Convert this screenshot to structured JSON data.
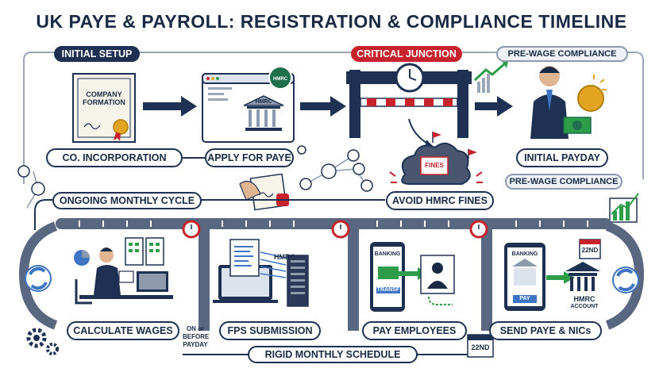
{
  "title": "UK PAYE & PAYROLL: REGISTRATION & COMPLIANCE TIMELINE",
  "top_sections": {
    "initial_setup": "INITIAL SETUP",
    "critical_junction": "CRITICAL JUNCTION",
    "pre_wage_top": "PRE-WAGE COMPLIANCE",
    "pre_wage_bottom": "PRE-WAGE COMPLIANCE"
  },
  "setup_steps": {
    "incorporation": "CO. INCORPORATION",
    "apply_paye": "APPLY FOR PAYE",
    "initial_payday": "INITIAL PAYDAY",
    "avoid_fines": "AVOID HMRC FINES"
  },
  "cert_text": [
    "COMPANY",
    "FORMATION"
  ],
  "hmrc_badge": "HMRC",
  "hmrc_screen": "HMRC",
  "fines_label": "FINES",
  "ongoing_cycle": "ONGOING MONTHLY CYCLE",
  "monthly_steps": {
    "calculate": "CALCULATE WAGES",
    "fps": "FPS SUBMISSION",
    "pay": "PAY EMPLOYEES",
    "send": "SEND PAYE & NICs"
  },
  "on_or_before": [
    "ON or",
    "BEFORE",
    "PAYDAY"
  ],
  "rigid_schedule": "RIGID MONTHLY SCHEDULE",
  "fps_hmrc": "HMRC",
  "banking_1": "BANKING",
  "transf": "TRANSF",
  "banking_2": "BANKING",
  "pay_label": "PAY",
  "hmrc_account": [
    "HMRC",
    "ACCOUNT"
  ],
  "calendar_day": "22ND",
  "calendar_day_bottom": "22ND",
  "colors": {
    "navy": "#1f3152",
    "red": "#c8232c",
    "green": "#2e9d4a",
    "gold": "#e3a521"
  }
}
